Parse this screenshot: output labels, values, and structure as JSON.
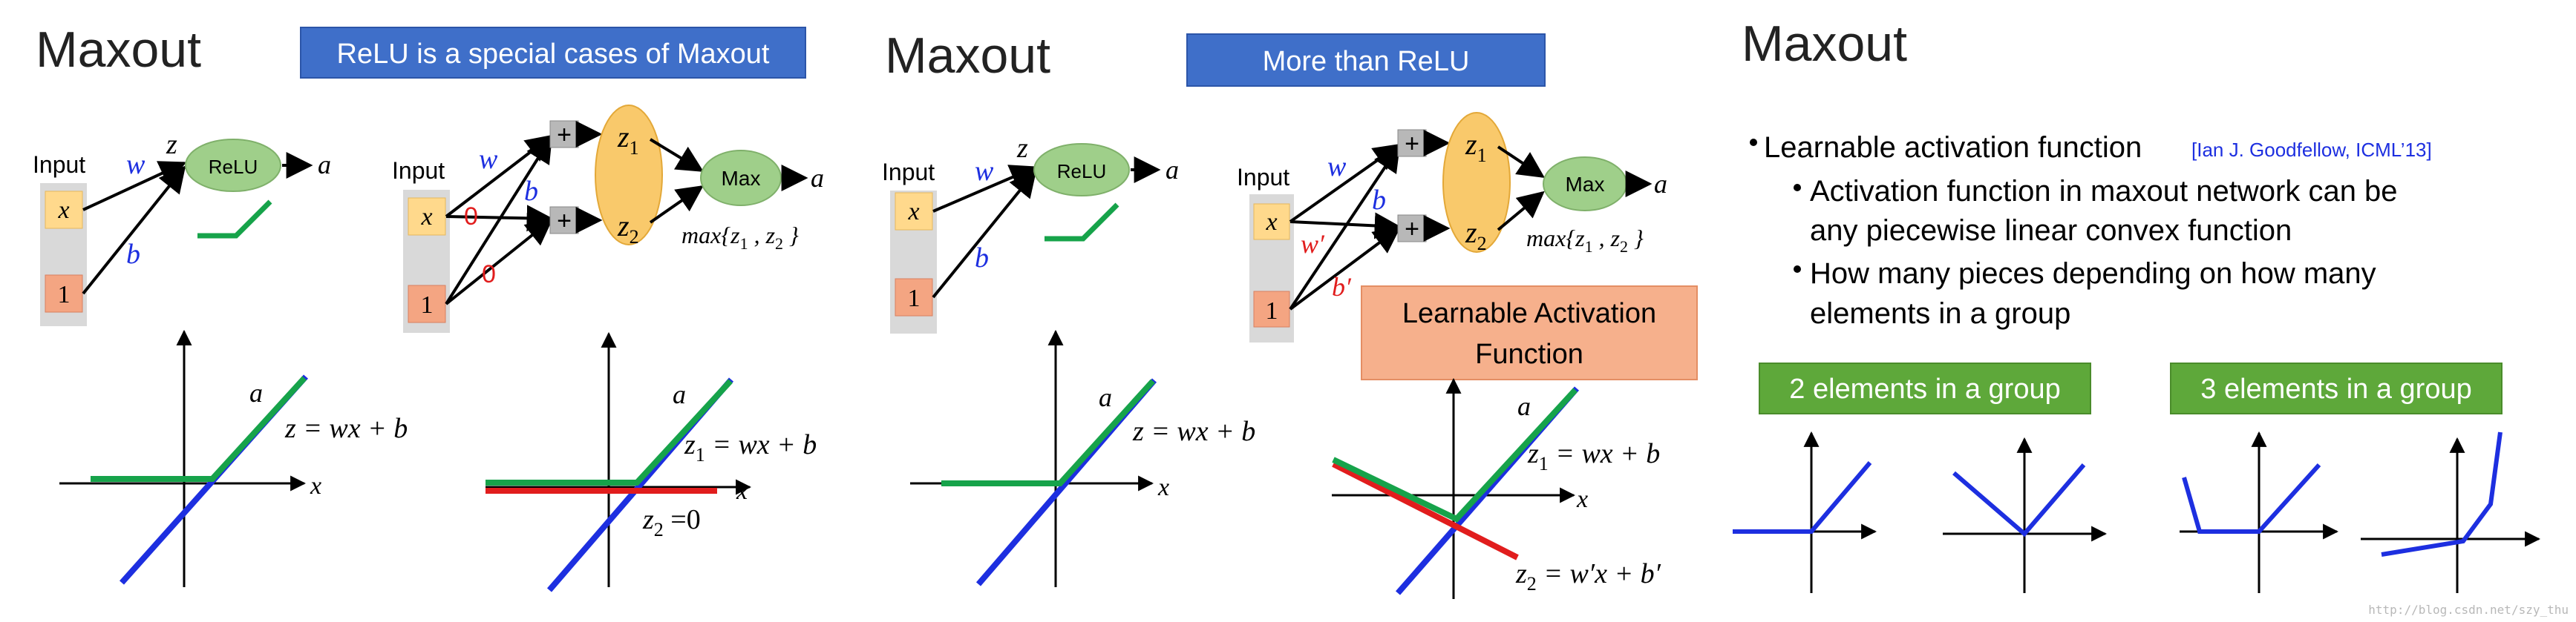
{
  "slides": [
    {
      "title": "Maxout",
      "banner": "ReLU is a special cases of Maxout",
      "left_net": {
        "input_label": "Input",
        "x": "x",
        "one": "1",
        "w": "w",
        "b": "b",
        "z": "z",
        "relu": "ReLU",
        "a": "a"
      },
      "right_net": {
        "input_label": "Input",
        "x": "x",
        "one": "1",
        "w": "w",
        "b": "b",
        "zero_w": "0",
        "zero_b": "0",
        "plus": "+",
        "z1": "z",
        "z1_sub": "1",
        "z2": "z",
        "z2_sub": "2",
        "max": "Max",
        "a": "a",
        "max_text": "max{z",
        "max_text_mid": " , z",
        "max_text_end": " }"
      },
      "left_plot": {
        "a": "a",
        "eq": "z = wx + b",
        "x": "x"
      },
      "right_plot": {
        "a": "a",
        "eq1": "z",
        "eq1_sub": "1",
        "eq1_rest": " = wx + b",
        "eq2": "z",
        "eq2_sub": "2",
        "eq2_rest": " =0",
        "x": "x"
      }
    },
    {
      "title": "Maxout",
      "banner": "More than ReLU",
      "left_net": {
        "input_label": "Input",
        "x": "x",
        "one": "1",
        "w": "w",
        "b": "b",
        "z": "z",
        "relu": "ReLU",
        "a": "a"
      },
      "right_net": {
        "input_label": "Input",
        "x": "x",
        "one": "1",
        "w": "w",
        "b": "b",
        "wp": "w′",
        "bp": "b′",
        "plus": "+",
        "z1": "z",
        "z1_sub": "1",
        "z2": "z",
        "z2_sub": "2",
        "max": "Max",
        "a": "a",
        "max_text": "max{z",
        "max_text_mid": " , z",
        "max_text_end": " }"
      },
      "learnable_box": [
        "Learnable Activation",
        "Function"
      ],
      "left_plot": {
        "a": "a",
        "eq": "z = wx + b",
        "x": "x"
      },
      "right_plot": {
        "a": "a",
        "eq1": "z",
        "eq1_sub": "1",
        "eq1_rest": " = wx + b",
        "eq2": "z",
        "eq2_sub": "2",
        "eq2_rest": " = w′x + b′",
        "x": "x"
      }
    },
    {
      "title": "Maxout",
      "bullet1": "Learnable activation function",
      "citation": "[Ian J. Goodfellow, ICML’13]",
      "sub1_line1": "Activation function in maxout network can be",
      "sub1_line2": "any piecewise linear convex function",
      "sub2_line1": "How many pieces depending on how many",
      "sub2_line2": "elements in a group",
      "group2": "2 elements in a group",
      "group3": "3 elements in a group"
    }
  ],
  "watermark": "http://blog.csdn.net/szy_thu",
  "colors": {
    "banner": "#3f6fc9",
    "relu_node": "#9fcf8a",
    "orange_node": "#f9c96b",
    "x_box": "#ffd98c",
    "one_box": "#f4a582",
    "green": "#16a34a",
    "blue": "#1d2fe0",
    "red": "#e11d1d",
    "learn_box": "#f6b08c",
    "group_box": "#5ea83a"
  }
}
